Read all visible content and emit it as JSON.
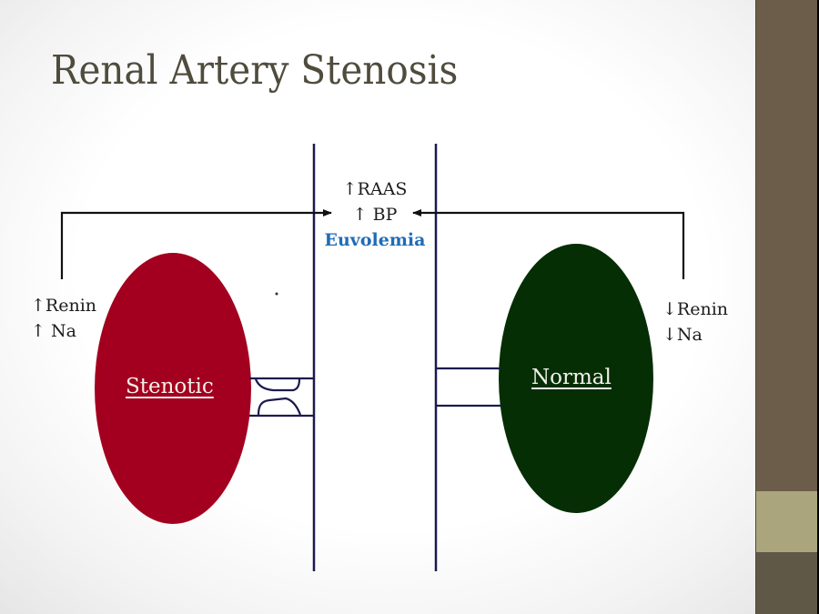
{
  "slide": {
    "title": "Renal Artery Stenosis"
  },
  "center": {
    "line1": "↑RAAS",
    "line2": "↑ BP",
    "line3": "Euvolemia"
  },
  "left_kidney": {
    "label": "Stenotic",
    "annotation_line1": "↑Renin",
    "annotation_line2": "↑ Na",
    "color": "#a3001f"
  },
  "right_kidney": {
    "label": "Normal",
    "annotation_line1": "↓Renin",
    "annotation_line2": "↓Na",
    "color": "#052e05"
  },
  "colors": {
    "aorta_line": "#1b1a4e",
    "arrow_line": "#111111",
    "euvolemia_text": "#1f6cb6",
    "title_text": "#4f4c3e",
    "sidebar": "#6b5d4a",
    "sidebar_accent": "#aba57d"
  }
}
